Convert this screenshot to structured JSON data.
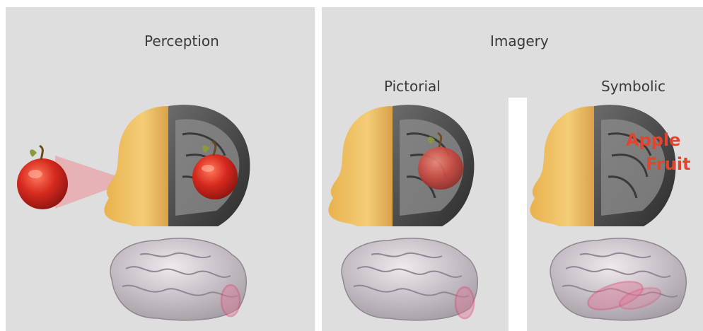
{
  "panels": {
    "perception": {
      "title": "Perception"
    },
    "imagery": {
      "title": "Imagery",
      "pictorial": {
        "title": "Pictorial"
      },
      "symbolic": {
        "title": "Symbolic",
        "words": [
          "Apple",
          "Fruit"
        ]
      }
    }
  },
  "colors": {
    "panel_bg": "#dedede",
    "skin": "#f0c56a",
    "apple_red": "#d62a1f",
    "highlight_pink": "#e0457a",
    "brain_gray": "#c9c3c8"
  },
  "icons": [
    "apple-icon",
    "head-icon",
    "mri-slice-icon",
    "brain-surface-icon"
  ]
}
